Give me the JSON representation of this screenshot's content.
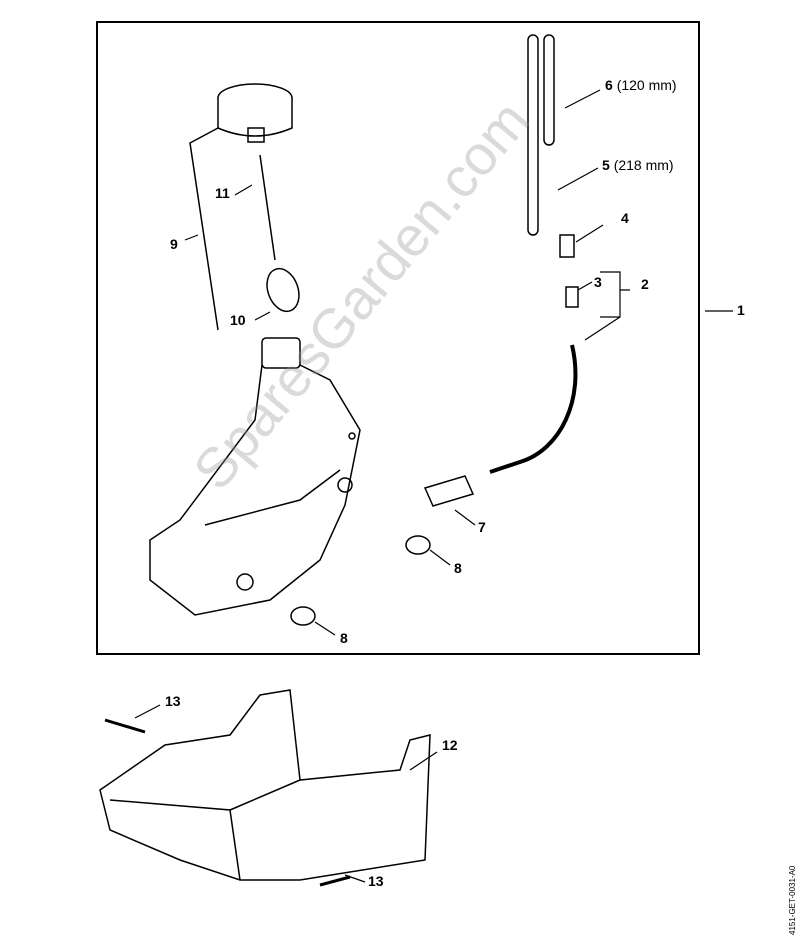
{
  "callouts": [
    {
      "id": "1",
      "text": "1"
    },
    {
      "id": "2",
      "text": "2"
    },
    {
      "id": "3",
      "text": "3"
    },
    {
      "id": "4",
      "text": "4"
    },
    {
      "id": "5",
      "text": "5",
      "note": "(218 mm)"
    },
    {
      "id": "6",
      "text": "6",
      "note": "(120 mm)"
    },
    {
      "id": "7",
      "text": "7"
    },
    {
      "id": "8a",
      "text": "8"
    },
    {
      "id": "8b",
      "text": "8"
    },
    {
      "id": "9",
      "text": "9"
    },
    {
      "id": "10",
      "text": "10"
    },
    {
      "id": "11",
      "text": "11"
    },
    {
      "id": "12",
      "text": "12"
    },
    {
      "id": "13a",
      "text": "13"
    },
    {
      "id": "13b",
      "text": "13"
    }
  ],
  "watermark": "SparesGarden.com",
  "document_id": "4151-GET-0031-A0"
}
